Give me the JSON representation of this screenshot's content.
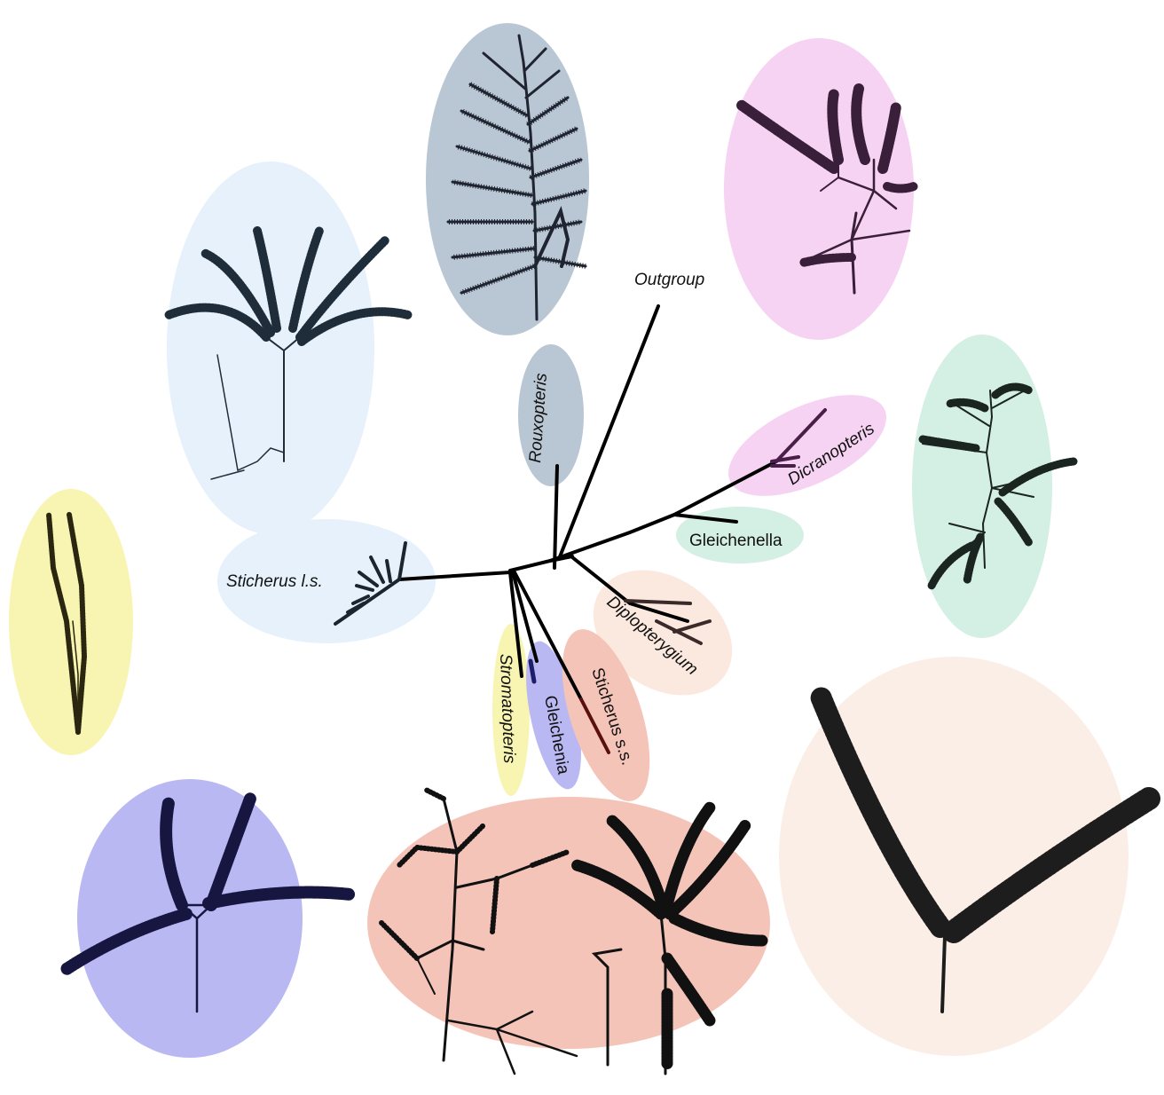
{
  "figure": {
    "labels": {
      "outgroup": "Outgroup",
      "rouxopteris": "Rouxopteris",
      "dicranopteris": "Dicranopteris",
      "gleichenella": "Gleichenella",
      "sticherus_ls": "Sticherus l.s.",
      "diplopterygium": "Diplopterygium",
      "stromatopteris": "Stromatopteris",
      "gleichenia": "Gleichenia",
      "sticherus_ss": "Sticherus s.s."
    },
    "clade_colors": {
      "rouxopteris": "#b9c6d3",
      "dicranopteris": "#f6d3f2",
      "gleichenella": "#d4efe3",
      "sticherus_ls": "#e6f1fb",
      "diplopterygium": "#fbe9df",
      "stromatopteris": "#f8f5b2",
      "gleichenia": "#b9b8f3",
      "sticherus_ss": "#f5c4b8"
    },
    "icons": {
      "silhouette": "fern-frond-icon"
    }
  }
}
